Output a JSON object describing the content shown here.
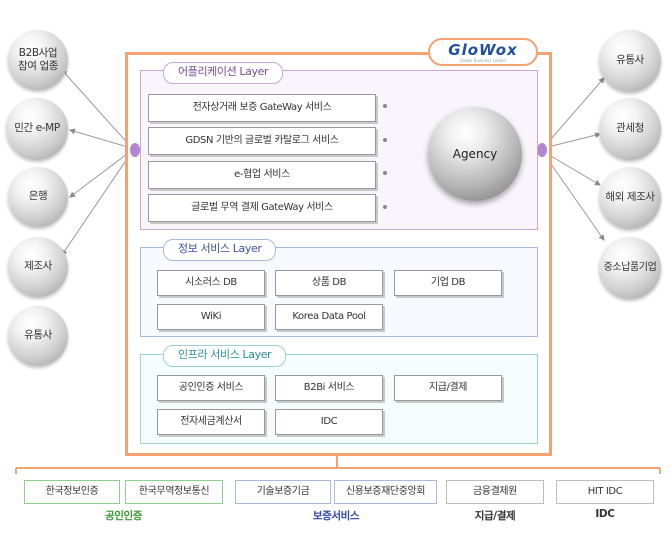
{
  "left_nodes": [
    "B2B사업\n참여 업종",
    "민간 e-MP",
    "은행",
    "제조사",
    "유통사"
  ],
  "right_nodes": [
    "유통사",
    "관세청",
    "해외 제조사",
    "중소납품기업"
  ],
  "logo": {
    "word": "GloWox",
    "tagline": "Global Business Leader"
  },
  "agency": "Agency",
  "layers": {
    "app": {
      "title": "어플리케이션 Layer",
      "items": [
        "전자상거래 보증 GateWay 서비스",
        "GDSN 기반의 글로벌 카탈로그 서비스",
        "e-협업 서비스",
        "글로벌 무역 결제 GateWay 서비스"
      ]
    },
    "info": {
      "title": "정보 서비스 Layer",
      "items": [
        "시소러스 DB",
        "상품 DB",
        "기업 DB",
        "WiKi",
        "Korea Data Pool"
      ]
    },
    "infra": {
      "title": "인프라 서비스 Layer",
      "items": [
        "공인인증 서비스",
        "B2Bi 서비스",
        "지급/결제",
        "전자세금계산서",
        "IDC"
      ]
    }
  },
  "bottom": {
    "boxes": [
      "한국정보인증",
      "한국무역정보통신",
      "기술보증기금",
      "신용보증재단중앙회",
      "금융결제원",
      "HIT IDC"
    ],
    "groups": [
      "공인인증",
      "보증서비스",
      "지급/결제",
      "IDC"
    ]
  },
  "colors": {
    "main_border": "#f4a271",
    "app": "#c9a7d9",
    "info": "#a7b8e1",
    "infra": "#9fd2d8",
    "group_green": "#3a9a35",
    "group_blue": "#2f49a6",
    "group_gray": "#333333"
  }
}
